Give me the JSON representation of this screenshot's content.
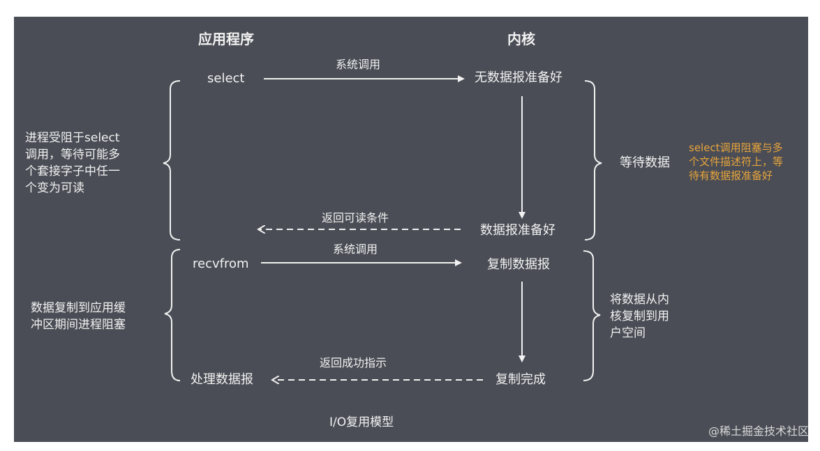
{
  "headings": {
    "app": "应用程序",
    "kernel": "内核"
  },
  "stage1": {
    "app_call": "select",
    "syscall_label": "系统调用",
    "kernel_not_ready": "无数据报准备好",
    "return_label": "返回可读条件",
    "kernel_ready": "数据报准备好",
    "left_note_lines": [
      "进程受阻于select",
      "调用，等待可能多",
      "个套接字子中任一",
      "个变为可读"
    ],
    "right_note": "等待数据"
  },
  "stage2": {
    "app_call": "recvfrom",
    "syscall_label": "系统调用",
    "kernel_copy": "复制数据报",
    "return_label": "返回成功指示",
    "kernel_done": "复制完成",
    "app_process": "处理数据报",
    "left_note_lines": [
      "数据复制到应用缓",
      "冲区期间进程阻塞"
    ],
    "right_note_lines": [
      "将数据从内",
      "核复制到用",
      "户空间"
    ]
  },
  "highlight_note_lines": [
    "select调用阻塞与多",
    "个文件描述符上，等",
    "待有数据报准备好"
  ],
  "caption": "I/O复用模型",
  "watermark": "@稀土掘金技术社区",
  "colors": {
    "panel": "#4a4d55",
    "text": "#f2f2f2",
    "highlight": "#e7a43c"
  }
}
